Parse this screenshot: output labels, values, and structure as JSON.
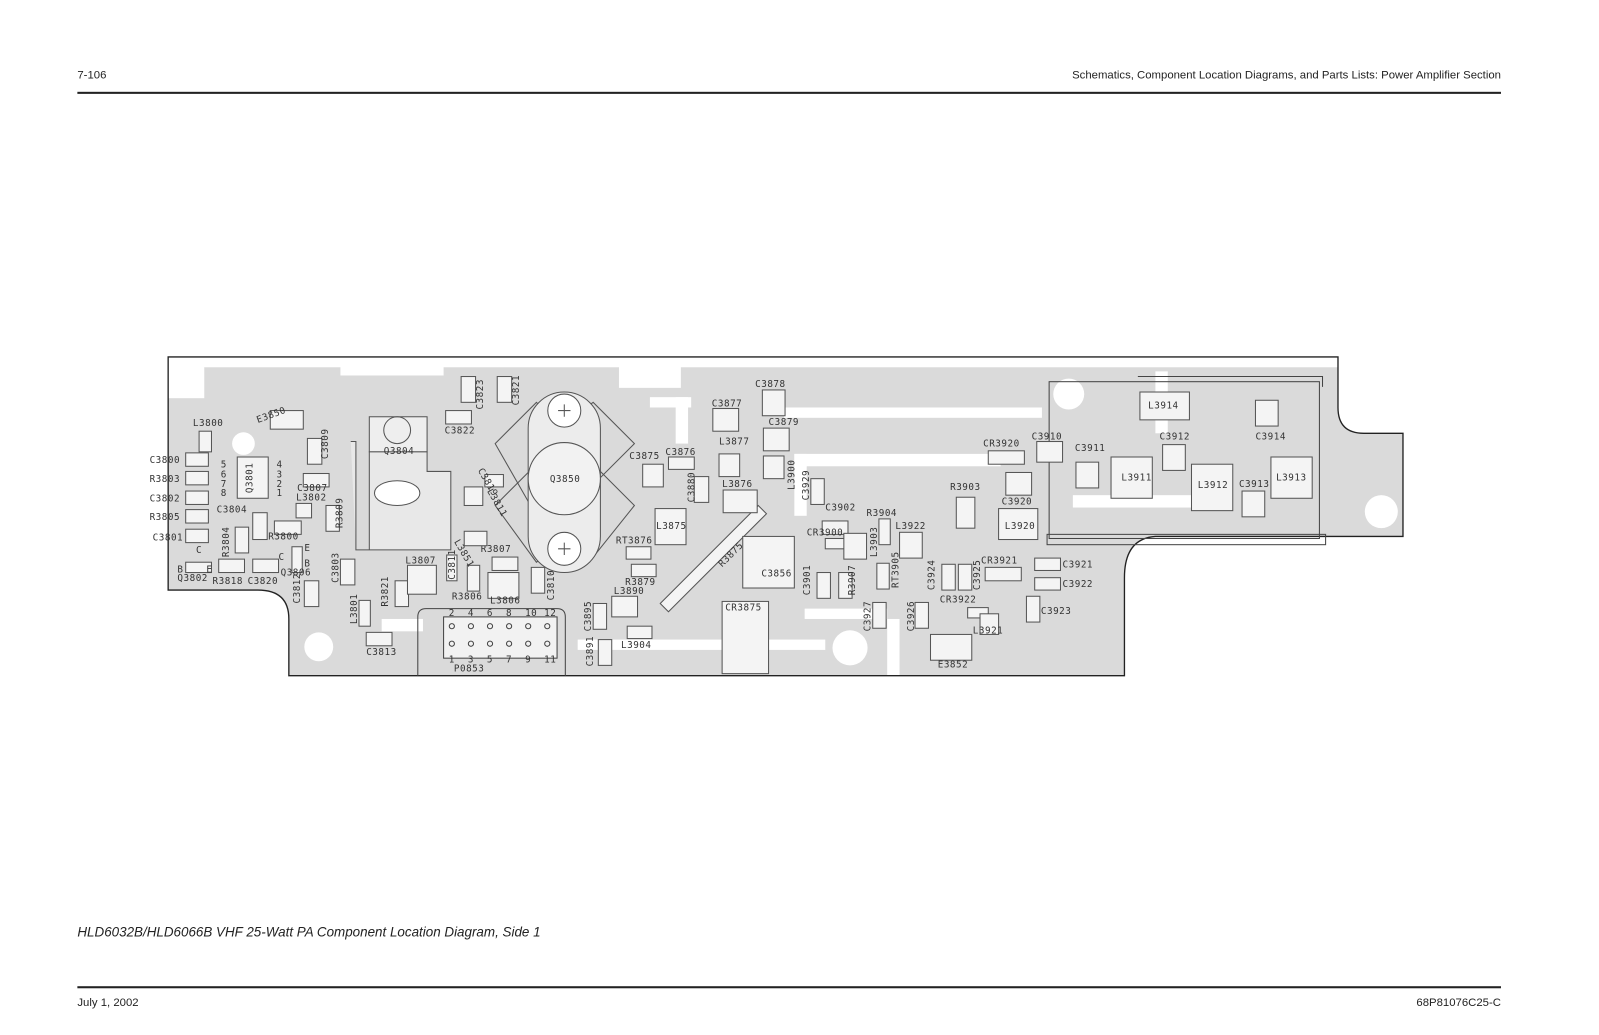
{
  "header": {
    "page_number": "7-106",
    "section_title": "Schematics, Component Location Diagrams, and Parts Lists: Power Amplifier Section"
  },
  "diagram": {
    "caption": "HLD6032B/HLD6066B VHF 25-Watt PA Component Location Diagram, Side 1",
    "components": [
      "L3800",
      "E3850",
      "C3800",
      "R3803",
      "C3802",
      "R3805",
      "C3801",
      "Q3801",
      "C3809",
      "C3807",
      "L3802",
      "C3804",
      "R3809",
      "R3800",
      "R3804",
      "Q3802",
      "R3818",
      "C3820",
      "Q3806",
      "C3812",
      "C3803",
      "L3801",
      "C3813",
      "R3821",
      "L3807",
      "C3811",
      "R3806",
      "L3806",
      "R3807",
      "C3810",
      "C3819",
      "L3811",
      "L3851",
      "C3823",
      "C3821",
      "C3822",
      "Q3804",
      "Q3850",
      "P0853",
      "C3895",
      "C3891",
      "L3890",
      "L3904",
      "R3879",
      "RT3876",
      "L3875",
      "C3875",
      "C3876",
      "C3880",
      "L3877",
      "L3876",
      "C3877",
      "C3878",
      "C3879",
      "L3900",
      "R3875",
      "C3856",
      "CR3875",
      "C3929",
      "C3902",
      "CR3900",
      "L3903",
      "R3904",
      "L3922",
      "C3901",
      "R3907",
      "RT3905",
      "C3927",
      "C3926",
      "C3924",
      "C3925",
      "CR3922",
      "L3921",
      "E3852",
      "R3903",
      "CR3920",
      "C3920",
      "L3920",
      "CR3921",
      "C3921",
      "C3922",
      "C3923",
      "C3910",
      "C3911",
      "L3911",
      "C3912",
      "L3912",
      "C3913",
      "L3913",
      "L3914",
      "C3914"
    ],
    "q3801_pins": [
      "5",
      "6",
      "7",
      "8",
      "4",
      "3",
      "2",
      "1"
    ],
    "q3802_pins": [
      "C",
      "B",
      "E"
    ],
    "q3806_pins": [
      "E",
      "C",
      "B"
    ],
    "p0853_pins_top": [
      "2",
      "4",
      "6",
      "8",
      "10",
      "12"
    ],
    "p0853_pins_bottom": [
      "1",
      "3",
      "5",
      "7",
      "9",
      "11"
    ]
  },
  "footer": {
    "date": "July 1, 2002",
    "doc_number": "68P81076C25-C"
  }
}
